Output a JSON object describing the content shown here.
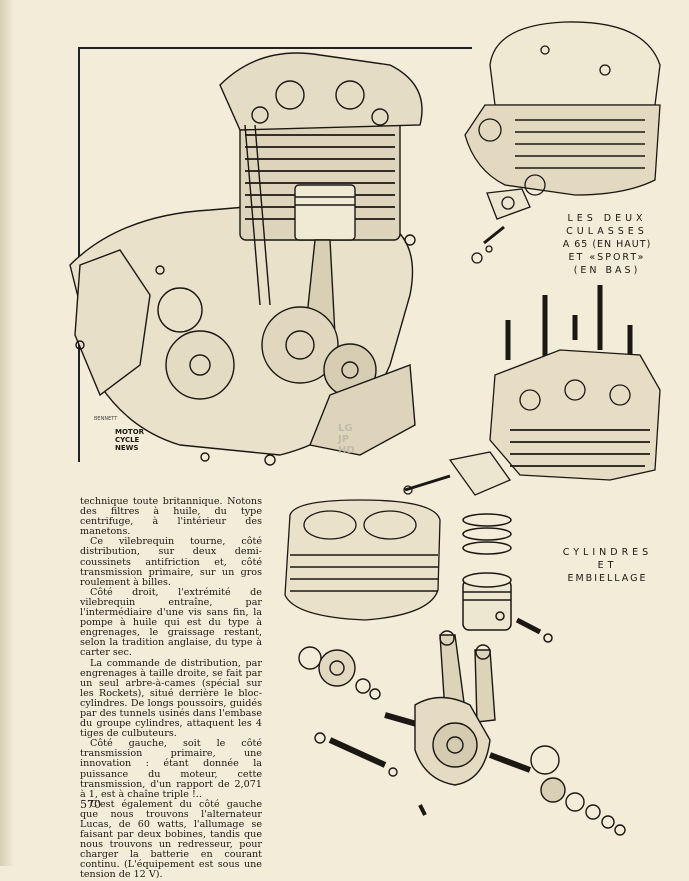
{
  "captions": {
    "culasses": [
      "LES DEUX",
      "CULASSES",
      "A 65 (EN HAUT)",
      "ET «SPORT»",
      "(EN BAS)"
    ],
    "cylindres": [
      "CYLINDRES",
      "ET",
      "EMBIELLAGE"
    ]
  },
  "body_paragraphs": [
    "technique toute britannique. Notons des filtres à huile, du type centrifuge, à l'intérieur des manetons.",
    "Ce vilebrequin tourne, côté distribution, sur deux demi-coussinets antifriction et, côté transmission primaire, sur un gros roulement à billes.",
    "Côté droit, l'extrémité de vilebrequin entraîne, par l'intermédiaire d'une vis sans fin, la pompe à huile qui est du type à engrenages, le graissage restant, selon la tradition anglaise, du type à carter sec.",
    "La commande de distribution, par engrenages à taille droite, se fait par un seul arbre-à-cames (spécial sur les Rockets), situé derrière le bloc-cylindres. De longs poussoirs, guidés par des tunnels usinés dans l'embase du groupe cylindres, attaquent les 4 tiges de culbuteurs.",
    "Côté gauche, soit le côté transmission primaire, une innovation : étant donnée la puissance du moteur, cette transmission, d'un rapport de 2,071 à 1, est à chaîne triple !..",
    "C'est également du côté gauche que nous trouvons l'alternateur Lucas, de 60 watts, l'allumage se faisant par deux bobines, tandis que nous trouvons un redresseur, pour charger la batterie en courant continu. (L'équipement est sous une tension de 12 V)."
  ],
  "page_number": "570",
  "illustration_credits": {
    "magazine_logo": [
      "MOTOR",
      "CYCLE",
      "NEWS"
    ],
    "watermark": [
      "LG",
      "JP",
      "HD"
    ],
    "artist_signature": "BENNETT"
  }
}
